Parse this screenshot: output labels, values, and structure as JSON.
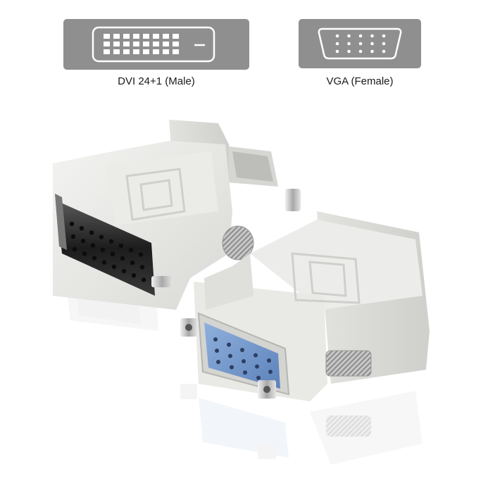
{
  "connectors": [
    {
      "name": "dvi",
      "label": "DVI 24+1 (Male)"
    },
    {
      "name": "vga",
      "label": "VGA (Female)"
    }
  ],
  "colors": {
    "card_bg": "#8f8f8f",
    "card_outline": "#ffffff",
    "plastic_body": "#e8e8e6",
    "dvi_plug": "#2a2a2a",
    "vga_insert": "#6f95c8",
    "thumbscrew": "#c9c9c9"
  },
  "icons": [
    "dvi-connector-icon",
    "vga-connector-icon"
  ]
}
